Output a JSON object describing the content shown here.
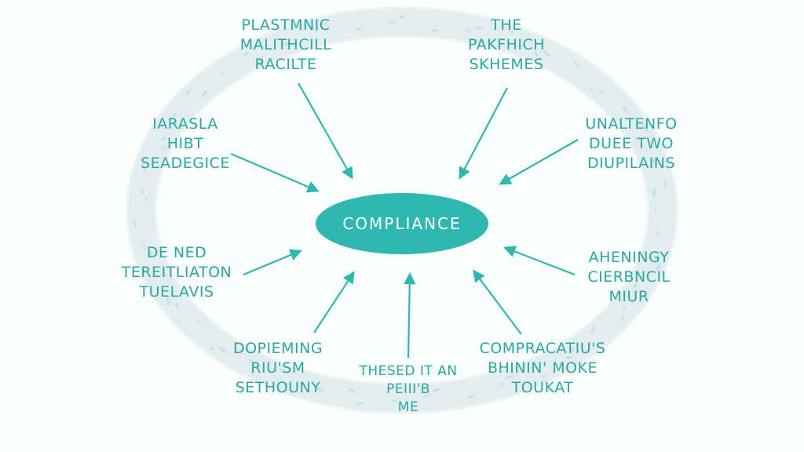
{
  "colors": {
    "accent": "#2fb8b0",
    "text": "#2aa7a2",
    "ring": "#dfe9ec",
    "ring_leaf": "#a8d9de",
    "center_text": "#ffffff"
  },
  "center": {
    "label": "COMPLIANCE"
  },
  "nodes": [
    {
      "id": "top-left",
      "lines": [
        "PLASTMNIC",
        "MALITHCILL",
        "RACILTE"
      ]
    },
    {
      "id": "top-right",
      "lines": [
        "THE",
        "PAKFHICH",
        "SKHEMES"
      ]
    },
    {
      "id": "left-upper",
      "lines": [
        "IARASLA",
        "HIBT",
        "SEADEGICE"
      ]
    },
    {
      "id": "right-upper",
      "lines": [
        "UNALTENFO",
        "DUEE TWO",
        "DIUPILAINS"
      ]
    },
    {
      "id": "left-lower",
      "lines": [
        "DE NED",
        "TEREITLIATON",
        "TUELAVIS"
      ]
    },
    {
      "id": "right-lower",
      "lines": [
        "AHENINGY",
        "CIERBNCIL",
        "MIUR"
      ]
    },
    {
      "id": "bottom-left",
      "lines": [
        "DOPIEMING",
        "RIU'SM",
        "SETHOUNY"
      ]
    },
    {
      "id": "bottom-center",
      "lines": [
        "THESED IT AN",
        "PEIII'B",
        "ME"
      ]
    },
    {
      "id": "bottom-right",
      "lines": [
        "COMPRACATIU'S",
        "BHININ' MOKE",
        "TOUKAT"
      ]
    }
  ]
}
